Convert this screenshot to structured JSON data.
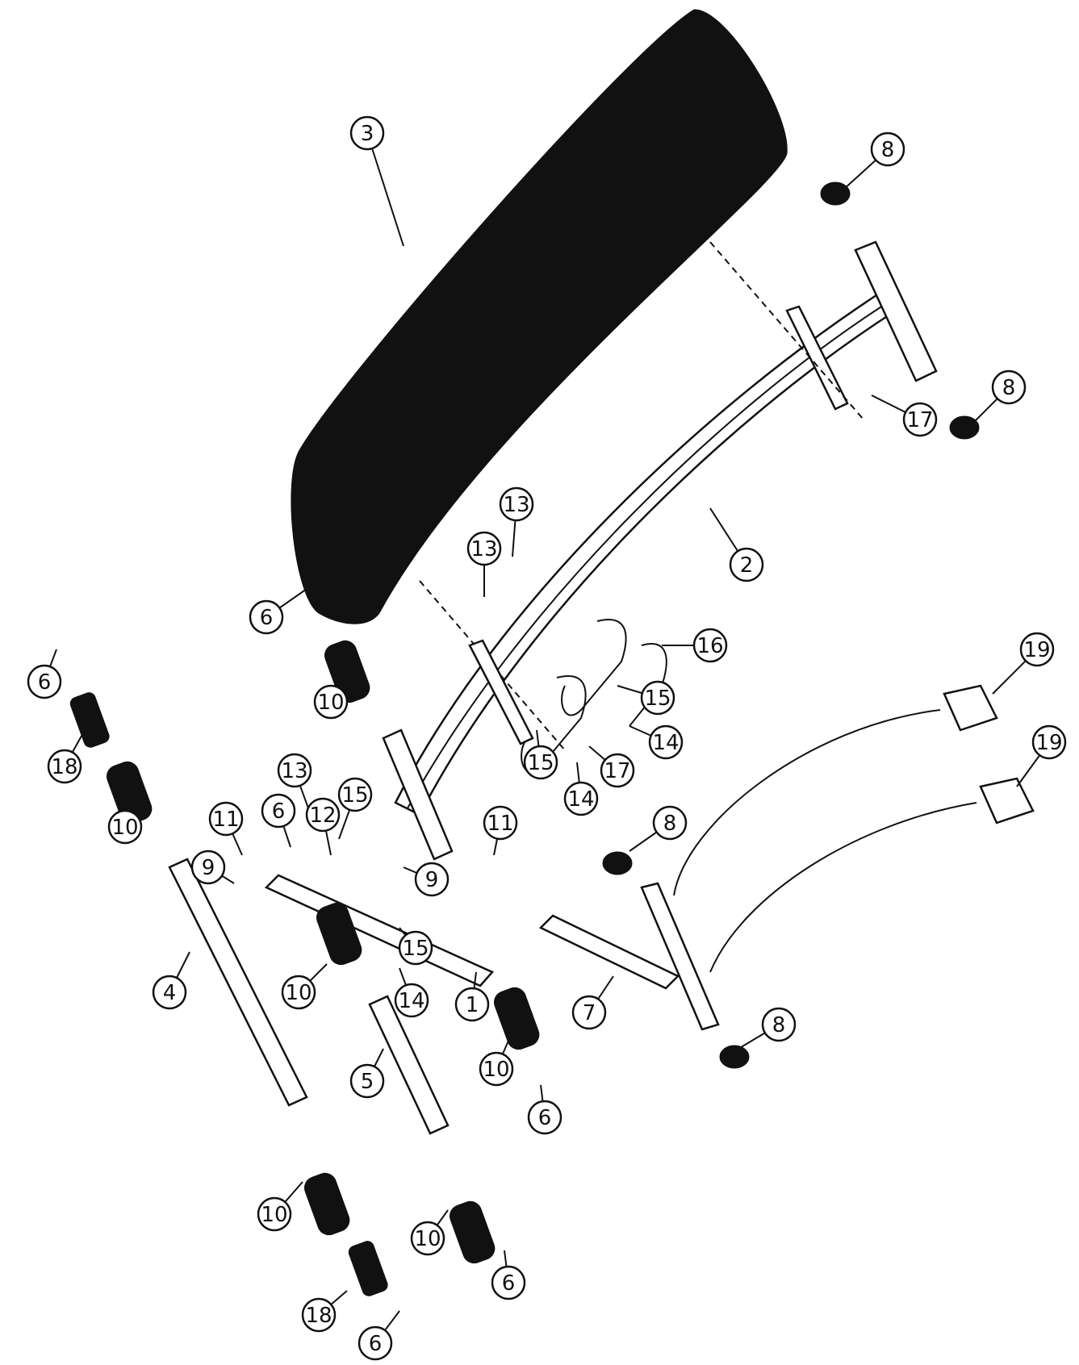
{
  "callouts": [
    {
      "id": "c3",
      "text": "3"
    },
    {
      "id": "c8a",
      "text": "8"
    },
    {
      "id": "c8b",
      "text": "8"
    },
    {
      "id": "c17",
      "text": "17"
    },
    {
      "id": "c2",
      "text": "2"
    },
    {
      "id": "c13a",
      "text": "13"
    },
    {
      "id": "c13b",
      "text": "13"
    },
    {
      "id": "c16",
      "text": "16"
    },
    {
      "id": "c6a",
      "text": "6"
    },
    {
      "id": "c10a",
      "text": "10"
    },
    {
      "id": "c6b",
      "text": "6"
    },
    {
      "id": "c18a",
      "text": "18"
    },
    {
      "id": "c10b",
      "text": "10"
    },
    {
      "id": "c19a",
      "text": "19"
    },
    {
      "id": "c15a",
      "text": "15"
    },
    {
      "id": "c14a",
      "text": "14"
    },
    {
      "id": "c15b",
      "text": "15"
    },
    {
      "id": "c14b",
      "text": "14"
    },
    {
      "id": "c17b",
      "text": "17"
    },
    {
      "id": "c19b",
      "text": "19"
    },
    {
      "id": "c13c",
      "text": "13"
    },
    {
      "id": "c15c",
      "text": "15"
    },
    {
      "id": "c12",
      "text": "12"
    },
    {
      "id": "c11a",
      "text": "11"
    },
    {
      "id": "c6c",
      "text": "6"
    },
    {
      "id": "c9a",
      "text": "9"
    },
    {
      "id": "c9b",
      "text": "9"
    },
    {
      "id": "c11b",
      "text": "11"
    },
    {
      "id": "c8c",
      "text": "8"
    },
    {
      "id": "c10c",
      "text": "10"
    },
    {
      "id": "c15d",
      "text": "15"
    },
    {
      "id": "c14c",
      "text": "14"
    },
    {
      "id": "c1",
      "text": "1"
    },
    {
      "id": "c4",
      "text": "4"
    },
    {
      "id": "c7",
      "text": "7"
    },
    {
      "id": "c10d",
      "text": "10"
    },
    {
      "id": "c8d",
      "text": "8"
    },
    {
      "id": "c6d",
      "text": "6"
    },
    {
      "id": "c5",
      "text": "5"
    },
    {
      "id": "c10e",
      "text": "10"
    },
    {
      "id": "c10f",
      "text": "10"
    },
    {
      "id": "c18b",
      "text": "18"
    },
    {
      "id": "c6e",
      "text": "6"
    },
    {
      "id": "c6f",
      "text": "6"
    }
  ]
}
